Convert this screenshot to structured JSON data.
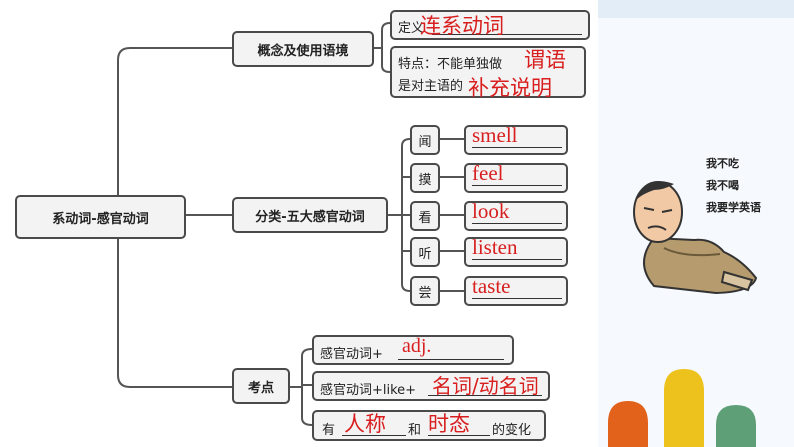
{
  "root": "系动词-感官动词",
  "branches": {
    "concept": "概念及使用语境",
    "types": "分类-五大感官动词",
    "exam": "考点"
  },
  "concept": {
    "definition_prefix": "定义",
    "definition_answer": "连系动词",
    "feature_line1": "特点：不能单独做",
    "feature_line2": "是对主语的",
    "feature_answer1": "谓语",
    "feature_answer2": "补充说明"
  },
  "senses": [
    {
      "char": "闻",
      "answer": "smell"
    },
    {
      "char": "摸",
      "answer": "feel"
    },
    {
      "char": "看",
      "answer": "look"
    },
    {
      "char": "听",
      "answer": "listen"
    },
    {
      "char": "尝",
      "answer": "taste"
    }
  ],
  "exam": {
    "item1_prefix": "感官动词+",
    "item1_answer": "adj.",
    "item2_prefix": "感官动词+like+",
    "item2_answer": "名词/动名词",
    "item3_prefix": "有",
    "item3_mid": "和",
    "item3_suffix": "的变化",
    "item3_answer1": "人称",
    "item3_answer2": "时态"
  },
  "sticker": {
    "line1": "我不吃",
    "line2": "我不喝",
    "line3": "我要学英语"
  },
  "colors": {
    "answer_red": "#d81e1e",
    "bar_orange": "#e2621b",
    "bar_yellow": "#eec21c",
    "bar_green": "#5e9f78"
  }
}
